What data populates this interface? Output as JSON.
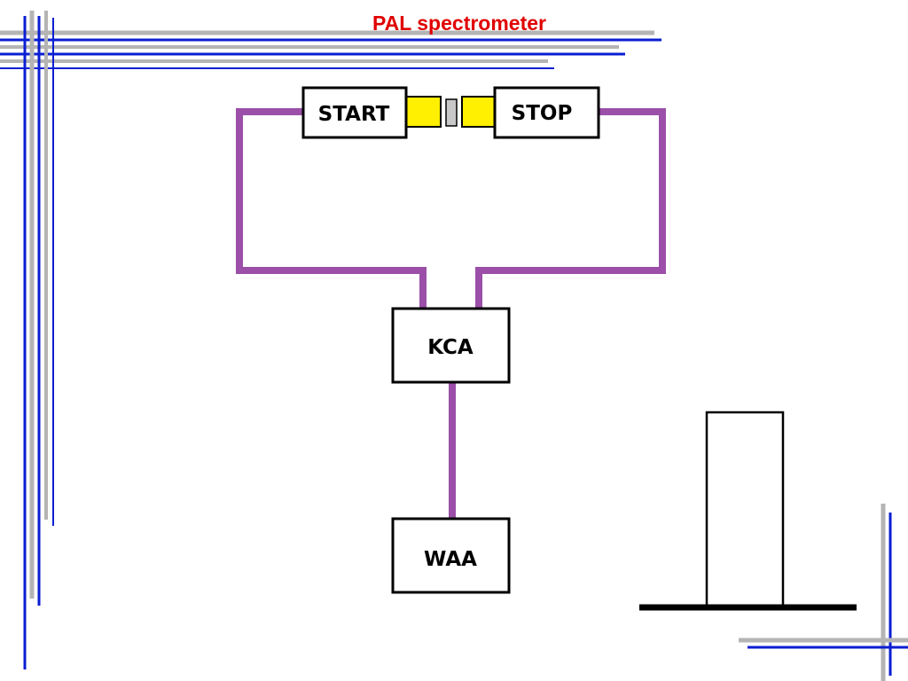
{
  "title": {
    "text": "PAL spectrometer",
    "color": "#e00000"
  },
  "blocks": {
    "start": "START",
    "stop": "STOP",
    "kca": "KCA",
    "waa": "WAA"
  },
  "colors": {
    "wire": "#9b4fa8",
    "detector_crystal": "#ffef00",
    "source": "#c8c8c8",
    "frame_blue": "#0a1ed2",
    "frame_gray": "#b4b4b4",
    "outline": "#000000"
  }
}
